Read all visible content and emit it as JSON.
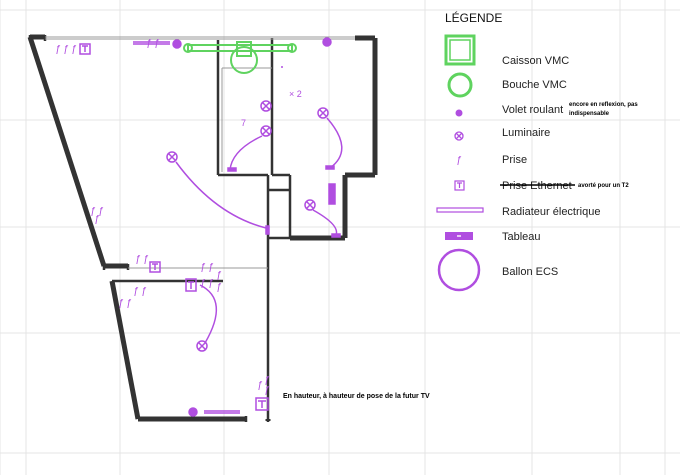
{
  "legend": {
    "title": "LÉGENDE",
    "items": [
      {
        "icon": "caisson-vmc-icon",
        "label": "Caisson VMC",
        "note": ""
      },
      {
        "icon": "bouche-vmc-icon",
        "label": "Bouche VMC",
        "note": ""
      },
      {
        "icon": "volet-roulant-icon",
        "label": "Volet roulant",
        "note": "encore en reflexion, pas indispensable"
      },
      {
        "icon": "luminaire-icon",
        "label": "Luminaire",
        "note": ""
      },
      {
        "icon": "prise-icon",
        "label": "Prise",
        "note": ""
      },
      {
        "icon": "prise-ethernet-icon",
        "label": "Prise Ethernet",
        "note": "avorté pour un T2"
      },
      {
        "icon": "radiateur-icon",
        "label": "Radiateur électrique",
        "note": ""
      },
      {
        "icon": "tableau-icon",
        "label": "Tableau",
        "note": ""
      },
      {
        "icon": "ballon-ecs-icon",
        "label": "Ballon ECS",
        "note": ""
      }
    ]
  },
  "plan": {
    "multiplier_label": "× 2",
    "count_label": "7",
    "tv_note": "En hauteur, à hauteur de pose de la futur TV"
  },
  "colors": {
    "wall": "#333333",
    "electric": "#b04ee0",
    "vmc": "#5fd35f",
    "grid": "#e4e4e4"
  }
}
